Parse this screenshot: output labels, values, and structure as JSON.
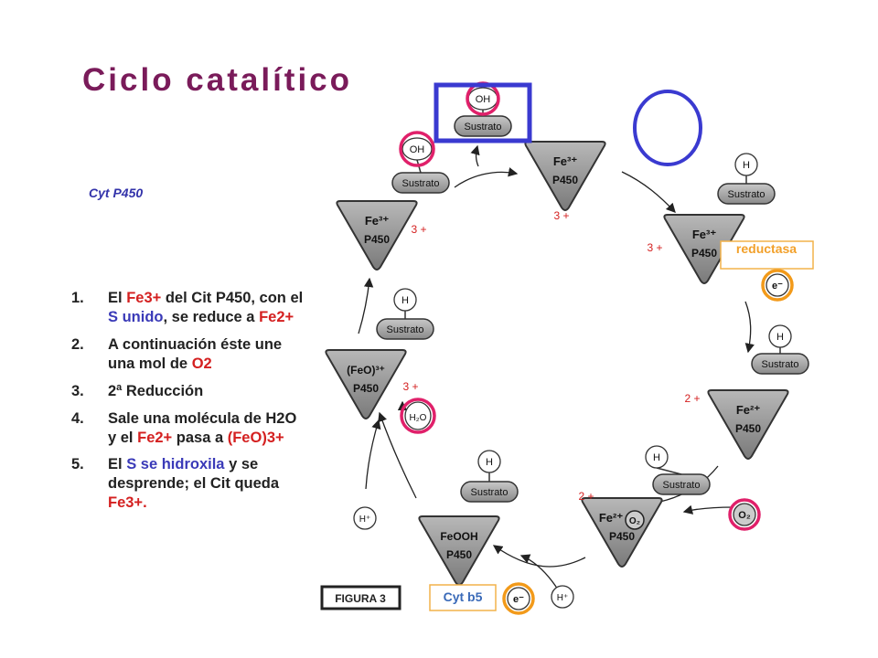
{
  "title": "Ciclo   catalítico",
  "cyt_label": "Cyt P450",
  "steps": [
    {
      "num": "1.",
      "parts": [
        {
          "text": "El ",
          "c": ""
        },
        {
          "text": "Fe3+",
          "c": "red"
        },
        {
          "text": " del Cit P450, con el ",
          "c": ""
        },
        {
          "text": "S unido",
          "c": "blue"
        },
        {
          "text": ", se reduce a ",
          "c": ""
        },
        {
          "text": "Fe2+",
          "c": "red"
        }
      ]
    },
    {
      "num": "2.",
      "parts": [
        {
          "text": "A continuación éste une una mol de ",
          "c": ""
        },
        {
          "text": "O2",
          "c": "red"
        }
      ]
    },
    {
      "num": "3.",
      "parts": [
        {
          "text": "2ª Reducción",
          "c": ""
        }
      ]
    },
    {
      "num": "4.",
      "parts": [
        {
          "text": "Sale una molécula de H2O y el ",
          "c": ""
        },
        {
          "text": "Fe2+",
          "c": "red"
        },
        {
          "text": " pasa a ",
          "c": ""
        },
        {
          "text": "(FeO)3+",
          "c": "red"
        }
      ]
    },
    {
      "num": "5.",
      "parts": [
        {
          "text": "El ",
          "c": ""
        },
        {
          "text": "S se hidroxila",
          "c": "blue"
        },
        {
          "text": " y se desprende; el Cit queda ",
          "c": ""
        },
        {
          "text": "Fe3+.",
          "c": "red"
        }
      ]
    }
  ],
  "cycle": {
    "substrate_label": "Sustrato",
    "enzyme_label": "P450",
    "nodes": [
      {
        "metal": "Fe³⁺",
        "top": "OH",
        "ox": "3 +"
      },
      {
        "metal": "Fe³⁺",
        "top": "H",
        "ox": "3 +"
      },
      {
        "metal": "Fe²⁺",
        "top": "H",
        "ox": "2 +"
      },
      {
        "metal": "Fe²⁺",
        "extra": "O₂",
        "top": "H",
        "ox": "2 +"
      },
      {
        "metal": "FeOOH",
        "top": "H"
      },
      {
        "metal": "(FeO)³⁺",
        "top": "H",
        "extra": "H₂O",
        "ox": "3 +"
      },
      {
        "metal": "Fe³⁺",
        "top": "OH",
        "ox": "3 +"
      }
    ],
    "inputs": {
      "electron": "e⁻",
      "oxygen": "O₂",
      "proton": "H⁺",
      "hydrogen": "H",
      "hydroxyl": "OH"
    },
    "reductasa_label": "reductasa",
    "cyt_b5_label": "Cyt b5",
    "figure_label": "FIGURA 3"
  },
  "colors": {
    "title": "#7a1b5a",
    "red": "#d42020",
    "blue": "#3a3ab8",
    "magenta": "#e0206a",
    "orange": "#f29a1a",
    "box_blue": "#3a3ad0"
  }
}
